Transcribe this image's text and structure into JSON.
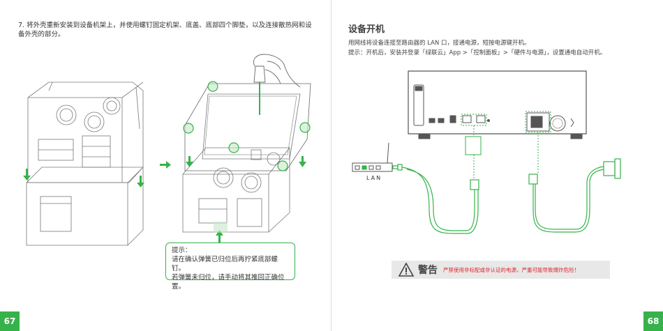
{
  "left_page": {
    "step_number": "7.",
    "step_text": "将外壳重新安装到设备机架上，并使用螺钉固定机架、底盖、底部四个脚垫，以及连接散热网和设备外壳的部分。",
    "tip_title": "提示：",
    "tip_line1": "请在确认弹簧已归位后再拧紧底部螺钉。",
    "tip_line2": "若弹簧未归位，请手动将其推回正确位置。",
    "page_number": "67"
  },
  "right_page": {
    "title": "设备开机",
    "desc_line1": "用网线将设备连接至路由器的 LAN 口，接通电源，短按电源键开机。",
    "desc_line2": "提示：开机后，安装并登录「绿联云」App >「控制面板」>「硬件与电源」，设置通电自动开机。",
    "lan_label": "LAN",
    "warning_title": "警告",
    "warning_text": "严禁使用非标配或非认证的电源，严重可能导致爆炸危险！",
    "page_number": "68"
  },
  "colors": {
    "accent": "#36b24a",
    "warning_red": "#e0262c",
    "warning_bg": "#e8e8e8"
  },
  "icons": [
    "warning-triangle-icon",
    "screwdriver-hand-icon",
    "arrow-right-icon",
    "arrow-down-icon"
  ]
}
